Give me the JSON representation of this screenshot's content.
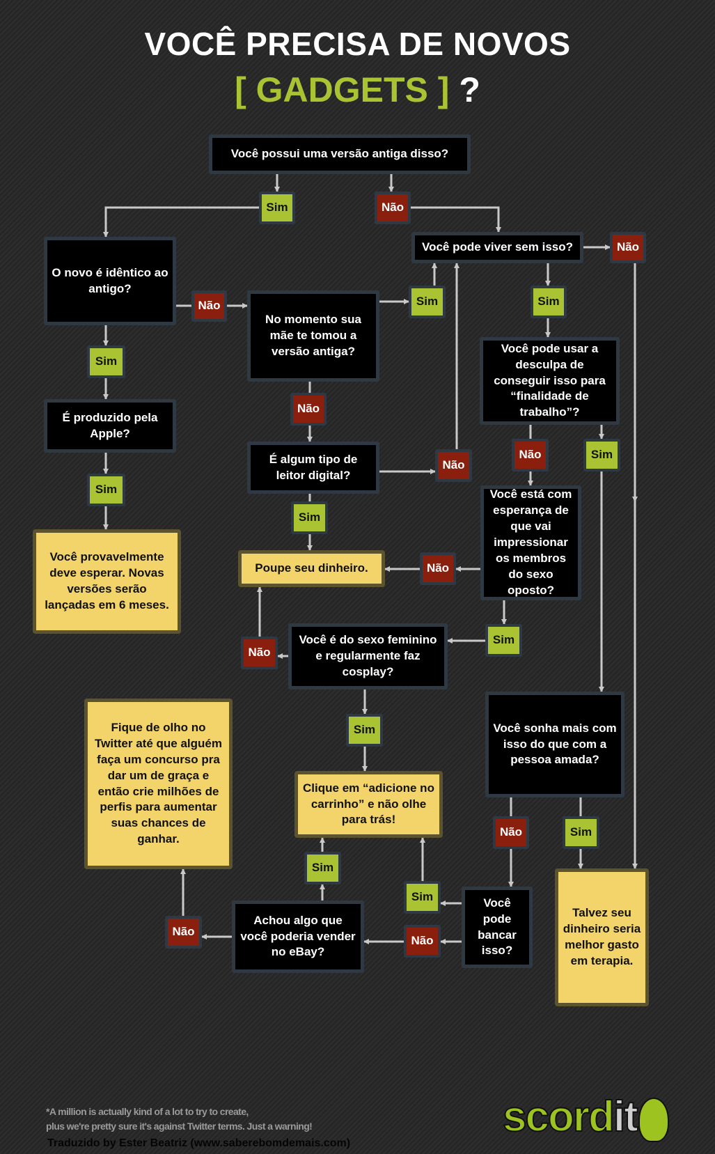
{
  "title": {
    "line1": "VOCÊ PRECISA DE NOVOS",
    "line2_highlight": "[ GADGETS ]",
    "line2_suffix": "?"
  },
  "colors": {
    "question_bg": "#000000",
    "yes": "#a9c332",
    "no": "#8a1f0e",
    "answer": "#f3d46b",
    "background": "#2a2a2a"
  },
  "nodes": {
    "q1": "Você possui uma versão antiga disso?",
    "q2": "O novo é idêntico ao antigo?",
    "q3": "No momento sua mãe te tomou a versão antiga?",
    "q4": "Você pode viver sem isso?",
    "q5": "É produzido pela Apple?",
    "q6": "É algum tipo de leitor digital?",
    "q7": "Você pode usar a desculpa de conseguir isso para “finalidade de trabalho”?",
    "q8": "Você está com esperança de que vai impressionar os membros do sexo oposto?",
    "q9": "Você é do sexo feminino e regularmente faz cosplay?",
    "q10": "Você sonha mais com isso do que com a pessoa amada?",
    "q11": "Você pode bancar isso?",
    "q12": "Achou algo que você poderia vender no eBay?",
    "a1": "Você provavelmente deve esperar. Novas versões serão lançadas em 6 meses.",
    "a2": "Poupe seu dinheiro.",
    "a3": "Clique em “adicione no carrinho” e não olhe para trás!",
    "a4": "Fique de olho no Twitter até que alguém faça um concurso pra dar um de graça e então crie milhões de perfis para aumentar suas chances de ganhar.",
    "a5": "Talvez seu dinheiro seria melhor gasto em terapia."
  },
  "labels": {
    "yes": "Sim",
    "no": "Não"
  },
  "footer": {
    "note_line1": "*A million is  actually kind of a lot to try to create,",
    "note_line2": "plus we're pretty sure it's against Twitter terms. Just a warning!",
    "credit": "Traduzido by Ester Beatriz (www.saberebomdemais.com)",
    "logo_part1": "scord",
    "logo_part2": "it"
  }
}
